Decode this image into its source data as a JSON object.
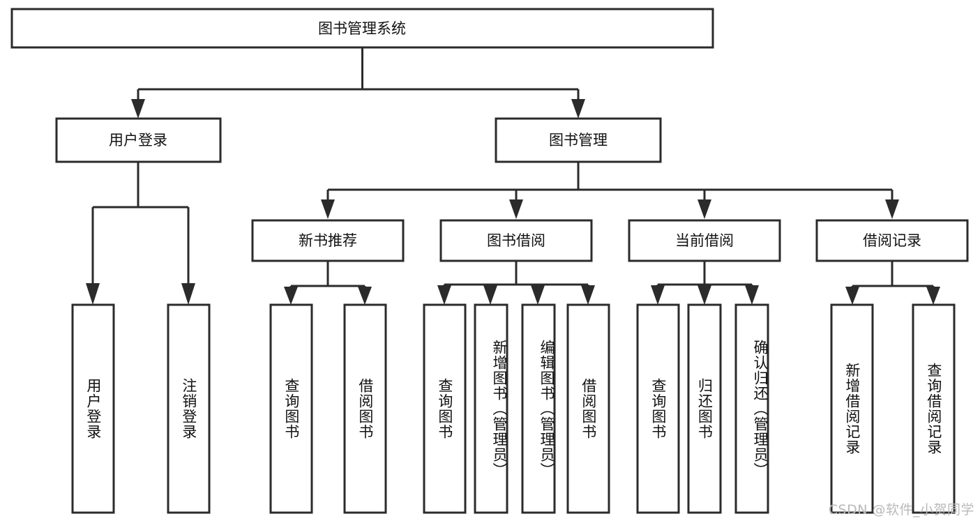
{
  "diagram": {
    "type": "tree-hierarchy-chart",
    "title": "图书管理系统",
    "background_color": "#ffffff",
    "line_color": "#2b2b2b",
    "text_color": "#111111",
    "root": {
      "label": "图书管理系统"
    },
    "level2": [
      {
        "label": "用户登录"
      },
      {
        "label": "图书管理"
      }
    ],
    "level3": [
      {
        "label": "新书推荐"
      },
      {
        "label": "图书借阅"
      },
      {
        "label": "当前借阅"
      },
      {
        "label": "借阅记录"
      }
    ],
    "leaves": {
      "user_login": [
        {
          "label": "用户登录"
        },
        {
          "label": "注销登录"
        }
      ],
      "new_book_recommend": [
        {
          "label": "查询图书"
        },
        {
          "label": "借阅图书"
        }
      ],
      "book_borrow": [
        {
          "label": "查询图书"
        },
        {
          "label": "新增图书（管理员）"
        },
        {
          "label": "编辑图书（管理员）"
        },
        {
          "label": "借阅图书"
        }
      ],
      "current_borrow": [
        {
          "label": "查询图书"
        },
        {
          "label": "归还图书"
        },
        {
          "label": "确认归还（管理员）"
        }
      ],
      "borrow_records": [
        {
          "label": "新增借阅记录"
        },
        {
          "label": "查询借阅记录"
        }
      ]
    }
  },
  "watermark": {
    "text": "CSDN @软件_小贺同学"
  }
}
